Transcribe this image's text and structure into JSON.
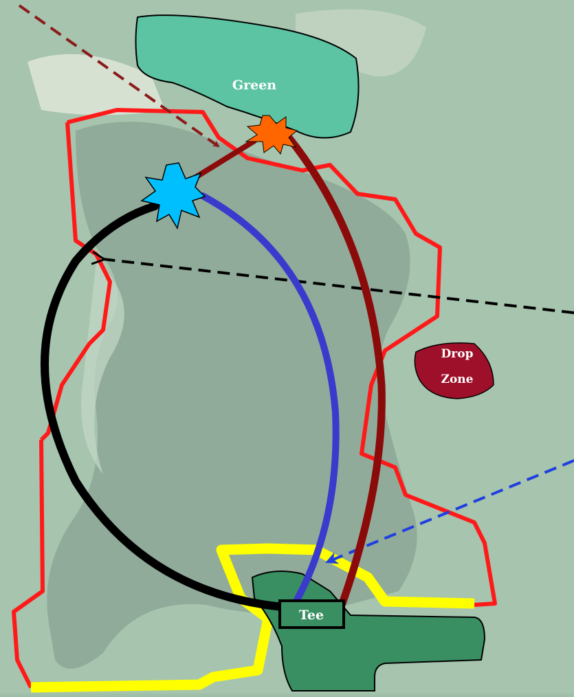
{
  "labels": {
    "green": "Green",
    "drop_zone_line1": "Drop",
    "drop_zone_line2": "Zone",
    "tee": "Tee"
  },
  "colors": {
    "background": "#a6c4ae",
    "water": "#8fa898",
    "green_fill": "#5cc4a2",
    "tee_fill": "#3a8f62",
    "hazard_line": "#ff1a1a",
    "out_of_bounds_line": "#ffff00",
    "drop_zone_fill": "#9e1029",
    "black_path": "#000000",
    "blue_path": "#3a3acc",
    "dark_red_path": "#8b0a0a",
    "blue_star": "#00bfff",
    "orange_star": "#ff6600"
  }
}
